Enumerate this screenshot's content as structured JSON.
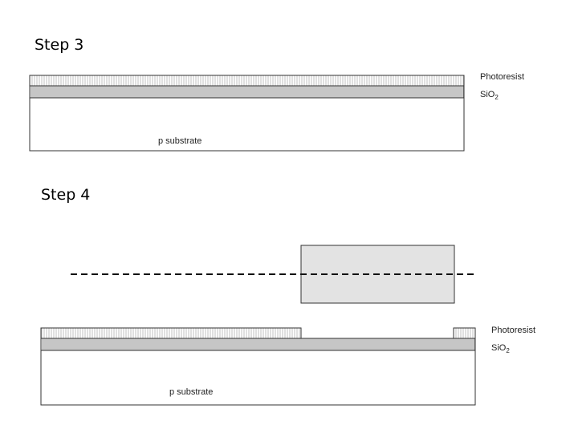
{
  "step3": {
    "title": "Step 3",
    "labels": {
      "photoresist": "Photoresist",
      "sio2_base": "SiO",
      "sio2_sub": "2",
      "substrate": "p substrate"
    }
  },
  "step4": {
    "title": "Step 4",
    "labels": {
      "photoresist": "Photoresist",
      "sio2_base": "SiO",
      "sio2_sub": "2",
      "substrate": "p substrate"
    }
  },
  "colors": {
    "outline": "#333333",
    "mask_fill": "#e3e3e3",
    "background": "#ffffff",
    "hatch": "#8c8c8c"
  }
}
